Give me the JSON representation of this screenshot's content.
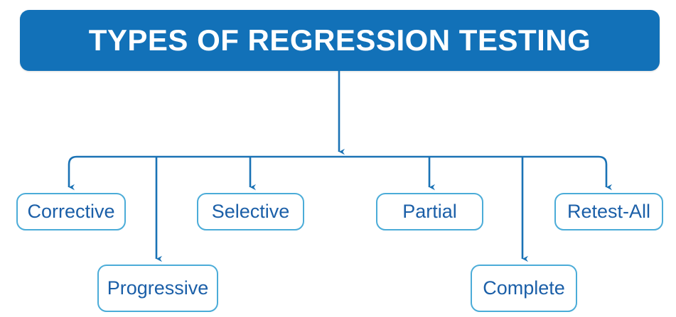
{
  "diagram": {
    "title": "TYPES OF REGRESSION TESTING",
    "type": "hierarchy-tree",
    "colors": {
      "banner_fill": "#1271B8",
      "banner_text": "#FFFFFF",
      "connector_line": "#1A72B5",
      "node_border": "#4BACD8",
      "node_fill": "#FFFFFF",
      "node_text": "#1B5FA8",
      "page_background": "#FFFFFF"
    },
    "nodes": [
      {
        "id": "corrective",
        "label": "Corrective",
        "row": 1
      },
      {
        "id": "progressive",
        "label": "Progressive",
        "row": 2
      },
      {
        "id": "selective",
        "label": "Selective",
        "row": 1
      },
      {
        "id": "partial",
        "label": "Partial",
        "row": 1
      },
      {
        "id": "complete",
        "label": "Complete",
        "row": 2
      },
      {
        "id": "retest-all",
        "label": "Retest-All",
        "row": 1
      }
    ],
    "edges": [
      {
        "from": "title",
        "to": "bus"
      },
      {
        "from": "bus",
        "to": "corrective"
      },
      {
        "from": "bus",
        "to": "progressive"
      },
      {
        "from": "bus",
        "to": "selective"
      },
      {
        "from": "bus",
        "to": "partial"
      },
      {
        "from": "bus",
        "to": "complete"
      },
      {
        "from": "bus",
        "to": "retest-all"
      }
    ]
  }
}
